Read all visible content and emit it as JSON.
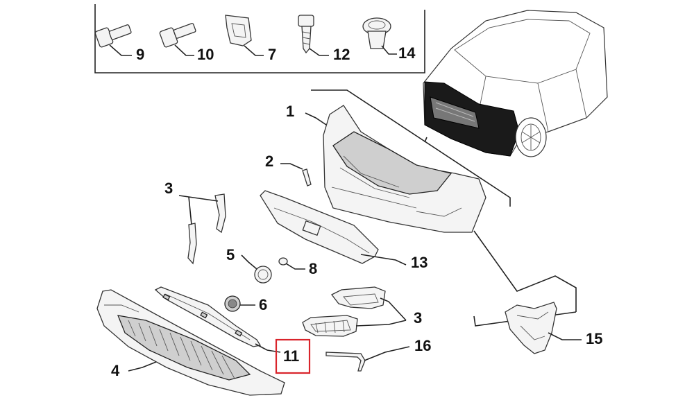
{
  "diagram": {
    "callouts": {
      "c9": "9",
      "c10": "10",
      "c7": "7",
      "c12": "12",
      "c14": "14",
      "c1": "1",
      "c2": "2",
      "c3a": "3",
      "c5": "5",
      "c8": "8",
      "c13": "13",
      "c6": "6",
      "c3b": "3",
      "c16": "16",
      "c11": "11",
      "c4": "4",
      "c15": "15"
    },
    "highlighted_callout": "11",
    "highlight_color": "#d9242b"
  }
}
